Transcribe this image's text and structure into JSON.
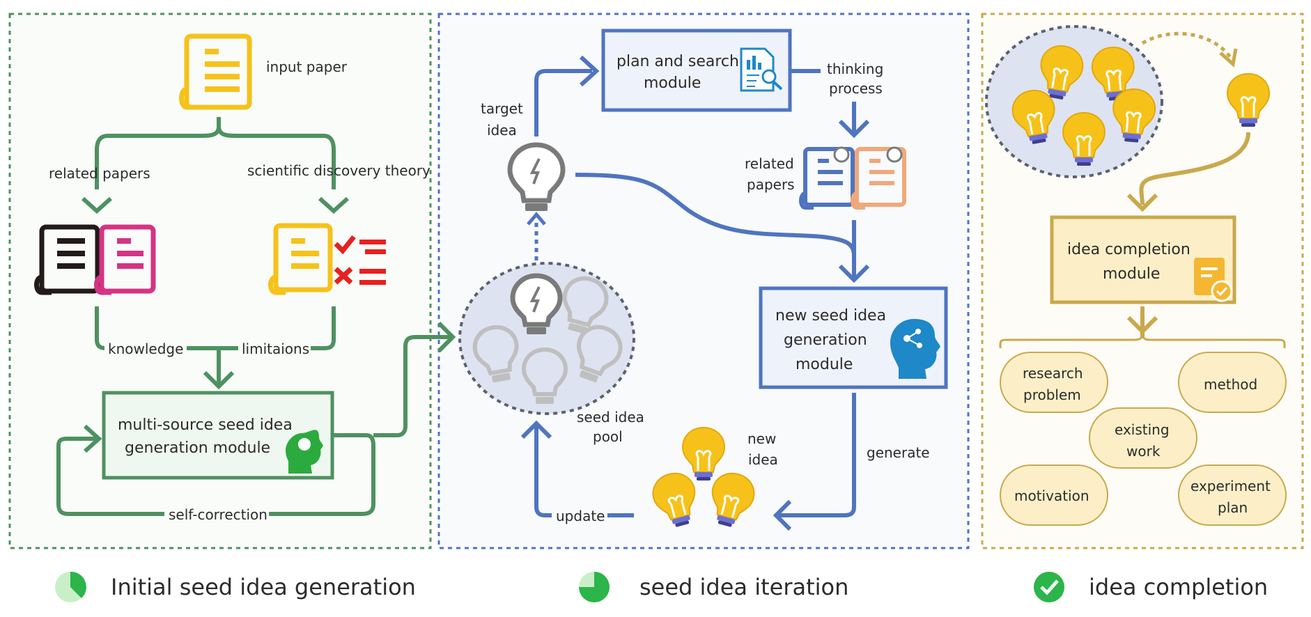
{
  "panels": {
    "initial": {
      "input_paper": "input paper",
      "related_papers": "related papers",
      "theory": "scientific discovery theory",
      "knowledge": "knowledge",
      "limitations": "limitaions",
      "module_line1": "multi-source seed idea",
      "module_line2": "generation module",
      "self_correction": "self-correction"
    },
    "iteration": {
      "plan_line1": "plan and search",
      "plan_line2": "module",
      "thinking_line1": "thinking",
      "thinking_line2": "process",
      "target_line1": "target",
      "target_line2": "idea",
      "related_line1": "related",
      "related_line2": "papers",
      "newseed_line1": "new seed idea",
      "newseed_line2": "generation",
      "newseed_line3": "module",
      "pool_line1": "seed idea",
      "pool_line2": "pool",
      "newidea_line1": "new",
      "newidea_line2": "idea",
      "generate": "generate",
      "update": "update"
    },
    "completion": {
      "module_line1": "idea completion",
      "module_line2": "module",
      "research_line1": "research",
      "research_line2": "problem",
      "method": "method",
      "existing_line1": "existing",
      "existing_line2": "work",
      "motivation": "motivation",
      "experiment_line1": "experiment",
      "experiment_line2": "plan"
    }
  },
  "legend": {
    "initial": "Initial seed idea generation",
    "iteration": "seed idea iteration",
    "completion": "idea completion"
  },
  "colors": {
    "green": "#4e9160",
    "blue": "#4f74c0",
    "gold": "#c9a94c",
    "yellow": "#f6c21a",
    "pink": "#d63384",
    "red": "#e8201e"
  },
  "icons": [
    "book-icon",
    "check-list-icon",
    "head-icon",
    "document-search-icon",
    "lightbulb-icon",
    "clipboard-check-icon",
    "pie-icon",
    "check-circle-icon"
  ]
}
